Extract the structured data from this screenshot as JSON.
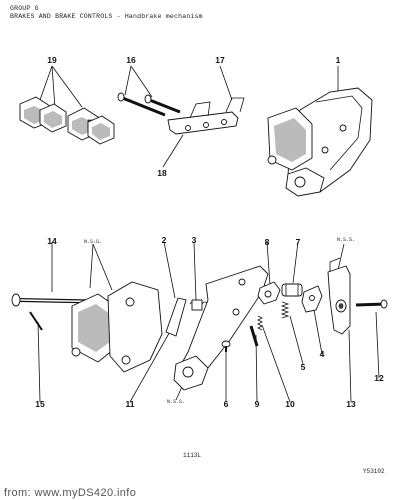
{
  "header": {
    "line1": "GROUP G",
    "line2": "BRAKES AND BRAKE CONTROLS - Handbrake mechanism"
  },
  "callouts": [
    {
      "id": "c1",
      "label": "1"
    },
    {
      "id": "c2",
      "label": "2"
    },
    {
      "id": "c3",
      "label": "3"
    },
    {
      "id": "c4",
      "label": "4"
    },
    {
      "id": "c5",
      "label": "5"
    },
    {
      "id": "c6",
      "label": "6"
    },
    {
      "id": "c7",
      "label": "7"
    },
    {
      "id": "c8",
      "label": "8"
    },
    {
      "id": "c9",
      "label": "9"
    },
    {
      "id": "c10",
      "label": "10"
    },
    {
      "id": "c11",
      "label": "11"
    },
    {
      "id": "c12",
      "label": "12"
    },
    {
      "id": "c13",
      "label": "13"
    },
    {
      "id": "c14",
      "label": "14"
    },
    {
      "id": "c15",
      "label": "15"
    },
    {
      "id": "c16",
      "label": "16"
    },
    {
      "id": "c17",
      "label": "17"
    },
    {
      "id": "c18",
      "label": "18"
    },
    {
      "id": "c19",
      "label": "19"
    }
  ],
  "nss_notes": [
    "N.S.S.",
    "N.S.S.",
    "N.S.S."
  ],
  "footer": {
    "page_ref": "1113L",
    "figure_ref": "Y53102"
  },
  "watermark": "from: www.myDS420.info"
}
